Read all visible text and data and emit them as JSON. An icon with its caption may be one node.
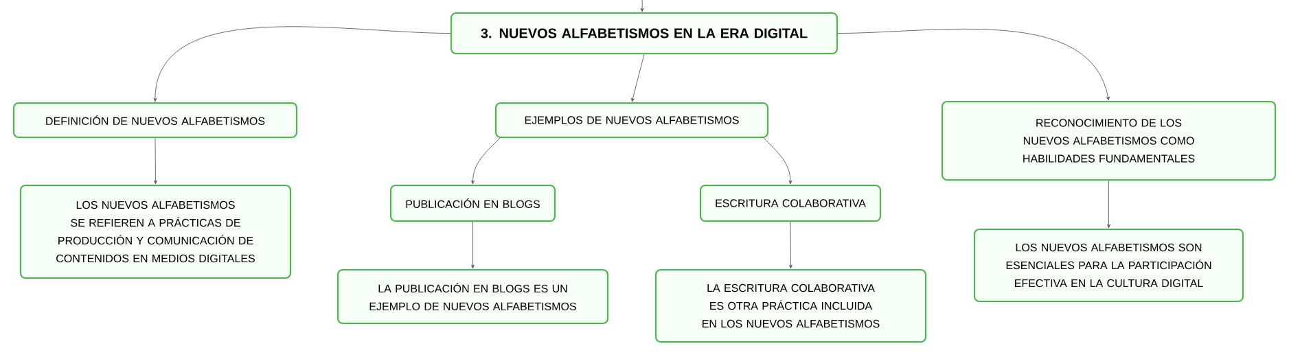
{
  "diagram": {
    "nodes": [
      {
        "text": [
          "3. NUEVOS ALFABETISMOS EN LA ERA DIGITAL"
        ]
      },
      {
        "text": [
          "DEFINICIÓN DE NUEVOS ALFABETISMOS"
        ]
      },
      {
        "text": [
          "EJEMPLOS DE NUEVOS ALFABETISMOS"
        ]
      },
      {
        "text": [
          "RECONOCIMIENTO DE LOS NUEVOS ALFABETISMOS COMO HABILIDADES FUNDAMENTALES"
        ]
      },
      {
        "text": [
          "LOS NUEVOS ALFABETISMOS SE REFIEREN A PRÁCTICAS DE PRODUCCIÓN Y COMUNICACIÓN DE CONTENIDOS EN MEDIOS DIGITALES"
        ]
      },
      {
        "text": [
          "PUBLICACIÓN EN BLOGS"
        ]
      },
      {
        "text": [
          "ESCRITURA COLABORATIVA"
        ]
      },
      {
        "text": [
          "LA PUBLICACIÓN EN BLOGS ES UN EJEMPLO DE NUEVOS ALFABETISMOS"
        ]
      },
      {
        "text": [
          "LA ESCRITURA COLABORATIVA ES OTRA PRÁCTICA INCLUIDA EN LOS NUEVOS ALFABETISMOS"
        ]
      },
      {
        "text": [
          "LOS NUEVOS ALFABETISMOS SON ESENCIALES PARA LA PARTICIPACIÓN EFECTIVA EN LA CULTURA DIGITAL"
        ]
      }
    ],
    "edges": [
      {
        "from": null,
        "to": 0,
        "arrow": "to"
      },
      {
        "from": 0,
        "to": 1,
        "arrow": "to"
      },
      {
        "from": 0,
        "to": 2,
        "arrow": "to"
      },
      {
        "from": 0,
        "to": 3,
        "arrow": "to"
      },
      {
        "from": 1,
        "to": 4,
        "arrow": "to"
      },
      {
        "from": 2,
        "to": 5,
        "arrow": "to"
      },
      {
        "from": 2,
        "to": 6,
        "arrow": "to"
      },
      {
        "from": 3,
        "to": 9,
        "arrow": "to"
      },
      {
        "from": 5,
        "to": 7,
        "arrow": "to"
      },
      {
        "from": 6,
        "to": 8,
        "arrow": "to"
      }
    ]
  }
}
